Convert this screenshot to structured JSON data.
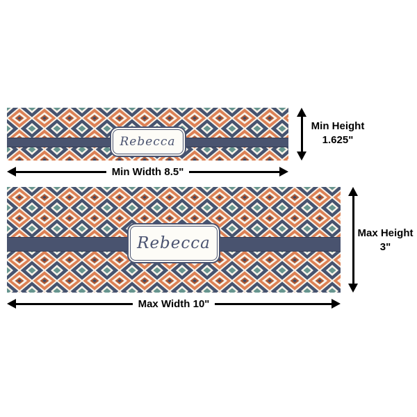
{
  "banners": {
    "min": {
      "name_label": "Rebecca"
    },
    "max": {
      "name_label": "Rebecca"
    }
  },
  "dimensions": {
    "min_height": {
      "line1": "Min Height",
      "line2": "1.625\""
    },
    "min_width": {
      "label": "Min Width 8.5\""
    },
    "max_height": {
      "line1": "Max Height",
      "line2": "3\""
    },
    "max_width": {
      "label": "Max Width 10\""
    }
  },
  "colors": {
    "pattern_orange": "#dd8155",
    "pattern_navy": "#46536f",
    "pattern_teal": "#67958f",
    "pattern_cream": "#f6efe3",
    "ribbon_navy": "#49536f",
    "arrow_black": "#000000",
    "plaque_border": "#4a5370"
  }
}
